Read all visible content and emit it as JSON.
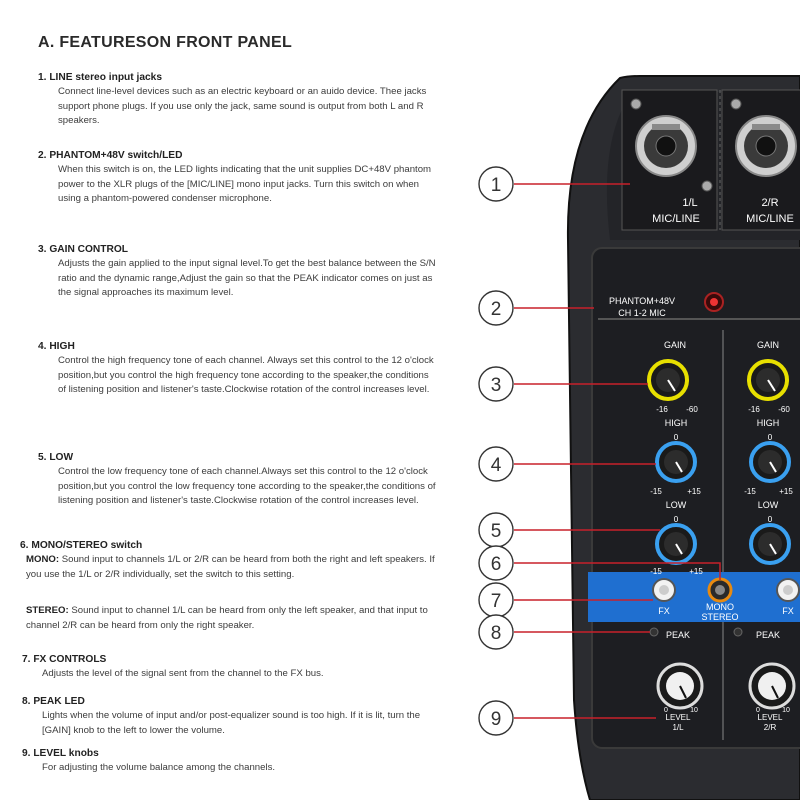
{
  "section_title": "A. FEATURESON FRONT PANEL",
  "features": [
    {
      "head": "1. LINE stereo input jacks",
      "body": "Connect line-level devices such as an electric keyboard or an auido device. Thee jacks support phone plugs. If you use only the jack, same sound is output from both L and R speakers."
    },
    {
      "head": "2. PHANTOM+48V switch/LED",
      "body": "When this switch is on, the LED lights indicating that the unit supplies DC+48V phantom power to the XLR plugs of the [MIC/LINE] mono input jacks. Turn this switch on when using a phantom-powered condenser microphone."
    },
    {
      "head": "3. GAIN CONTROL",
      "body": "Adjusts the gain applied to the input signal level.To get the best balance between the S/N ratio and the dynamic range,Adjust the gain so that the PEAK indicator comes on just as the signal approaches its maximum level."
    },
    {
      "head": "4. HIGH",
      "body": "Control the high frequency tone of each channel. Always set this control to the 12 o'clock position,but you control the high frequency tone according to the speaker,the conditions of listening position and listener's taste.Clockwise rotation of the control increases level."
    },
    {
      "head": "5. LOW",
      "body": "Control the low frequency tone of each channel.Always set this control to the 12 o'clock position,but you control the low frequency tone according to the speaker,the conditions of listening position and listener's taste.Clockwise rotation of the control increases level."
    },
    {
      "head": "6. MONO/STEREO switch",
      "mono_label": "MONO:",
      "mono_body": "Sound input to channels 1/L or 2/R can be heard from both the right and left speakers. If you use the 1/L or 2/R individually, set the switch to this setting.",
      "stereo_label": "STEREO:",
      "stereo_body": "Sound input to channel 1/L can be heard from only the left speaker, and that input to channel 2/R can be heard from only the right speaker."
    },
    {
      "head": "7. FX CONTROLS",
      "body": "Adjusts the level of the signal sent from the channel to the FX bus."
    },
    {
      "head": "8. PEAK LED",
      "body": "Lights when the volume of input and/or post-equalizer sound is too high. If it is lit, turn the [GAIN] knob to the left to lower the volume."
    },
    {
      "head": "9. LEVEL knobs",
      "body": "For adjusting the volume balance among the channels."
    }
  ],
  "callouts": [
    "1",
    "2",
    "3",
    "4",
    "5",
    "6",
    "7",
    "8",
    "9"
  ],
  "panel": {
    "ch1": {
      "num": "1/L",
      "type": "MIC/LINE"
    },
    "ch2": {
      "num": "2/R",
      "type": "MIC/LINE"
    },
    "phantom_line1": "PHANTOM+48V",
    "phantom_line2": "CH 1-2 MIC",
    "gain": "GAIN",
    "gain_min": "-16",
    "gain_max": "-60",
    "high": "HIGH",
    "low": "LOW",
    "eq_zero": "0",
    "eq_min": "-15",
    "eq_max": "+15",
    "fx": "FX",
    "mono": "MONO",
    "stereo": "STEREO",
    "peak": "PEAK",
    "level_min": "0",
    "level_max": "10",
    "level": "LEVEL",
    "level_ch1": "1/L",
    "level_ch2": "2/R"
  },
  "colors": {
    "callout_line": "#c8202a",
    "fx_strip": "#1f6fd0",
    "panel_face": "#1d1e22",
    "gain_ring": "#e8e000",
    "eq_ring": "#3aa0f0",
    "mono_ring": "#e88a10"
  }
}
